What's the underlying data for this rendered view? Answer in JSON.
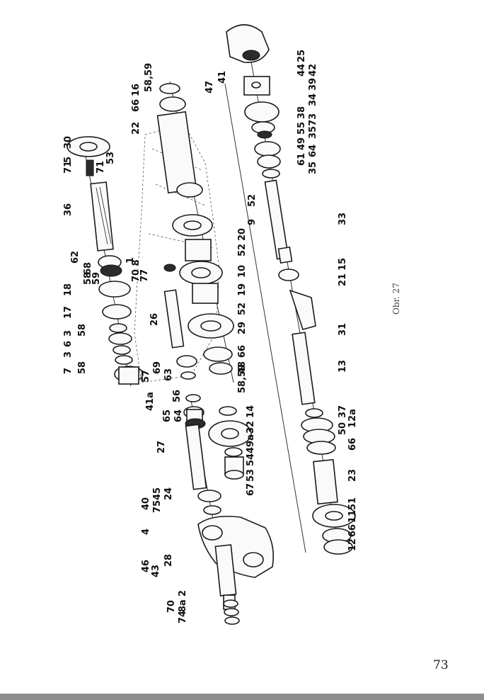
{
  "figure": {
    "caption": "Obr. 27"
  },
  "page": {
    "number": "73"
  },
  "labels": {
    "l30": "30",
    "l5": "5",
    "l71a": "71",
    "l53a": "53",
    "l71b": "71",
    "l36": "36",
    "l62": "62",
    "l68": "68",
    "l58a": "58",
    "l59": "59",
    "l18": "18",
    "l17": "17",
    "l3a": "3",
    "l58b": "58",
    "l6": "6",
    "l3b": "3",
    "l7": "7",
    "l58c": "58",
    "l1": "1",
    "l77": "77",
    "l70_8": "70 8",
    "l26": "26",
    "l57": "57",
    "l69": "69",
    "l63": "63",
    "l41a": "41a",
    "l56": "56",
    "l65": "65",
    "l64a": "64",
    "l27": "27",
    "l40": "40",
    "l75": "75",
    "l45": "45",
    "l24": "24",
    "l4": "4",
    "l46": "46",
    "l43": "43",
    "l28": "28",
    "l70": "70",
    "l74": "74",
    "l8a": "8a",
    "l2": "2",
    "l5859": "58,59",
    "l41": "41",
    "l47": "47",
    "l66a": "66",
    "l16": "16",
    "l22": "22",
    "l52a": "52",
    "l9": "9",
    "l20": "20",
    "l52b": "52",
    "l10": "10",
    "l19": "19",
    "l52c": "52",
    "l29": "29",
    "l66b": "66",
    "l48": "48",
    "l5859b": "58,59",
    "l14": "14",
    "l32": "32",
    "l49a": "49a",
    "l54": "54",
    "l53": "53",
    "l67": "67",
    "l25": "25",
    "l44": "44",
    "l42": "42",
    "l39": "39",
    "l34": "34",
    "l38": "38",
    "l55": "55",
    "l3573": "3573",
    "l49": "49",
    "l64b": "64",
    "l61": "61",
    "l35": "35",
    "l33": "33",
    "l15": "15",
    "l21": "21",
    "l31": "31",
    "l13": "13",
    "l37": "37",
    "l12a": "12a",
    "l50": "50",
    "l66c": "66",
    "l23": "23",
    "l51": "51",
    "l11": "11",
    "l66d": "66",
    "l12": "12"
  }
}
